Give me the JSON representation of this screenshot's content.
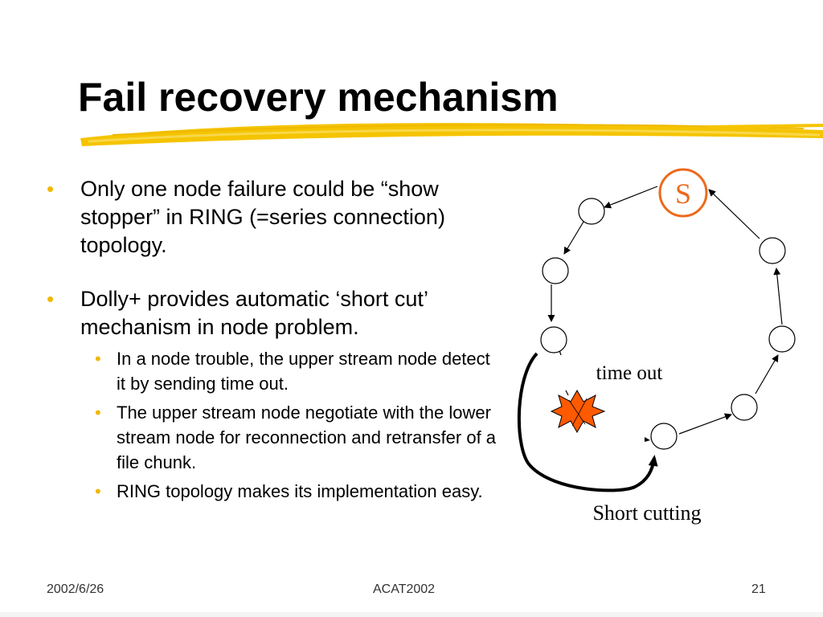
{
  "slide": {
    "title": "Fail recovery mechanism",
    "accent_color": "#f2b800",
    "bullets": [
      {
        "text": "Only one node failure could be “show stopper” in RING (=series connection) topology."
      },
      {
        "text": "Dolly+ provides automatic ‘short cut’ mechanism in node problem.",
        "sub": [
          "In a node trouble, the upper stream node detect it by sending time out.",
          "The upper stream node negotiate with the lower stream node for reconnection and retransfer of a file chunk.",
          "RING topology makes its implementation easy."
        ]
      }
    ]
  },
  "diagram": {
    "server_label": "S",
    "server_color": "#ec6a1c",
    "failure_color": "#ff5a00",
    "timeout_label": "time out",
    "shortcut_label": "Short cutting"
  },
  "footer": {
    "date": "2002/6/26",
    "conference": "ACAT2002",
    "page": "21"
  }
}
